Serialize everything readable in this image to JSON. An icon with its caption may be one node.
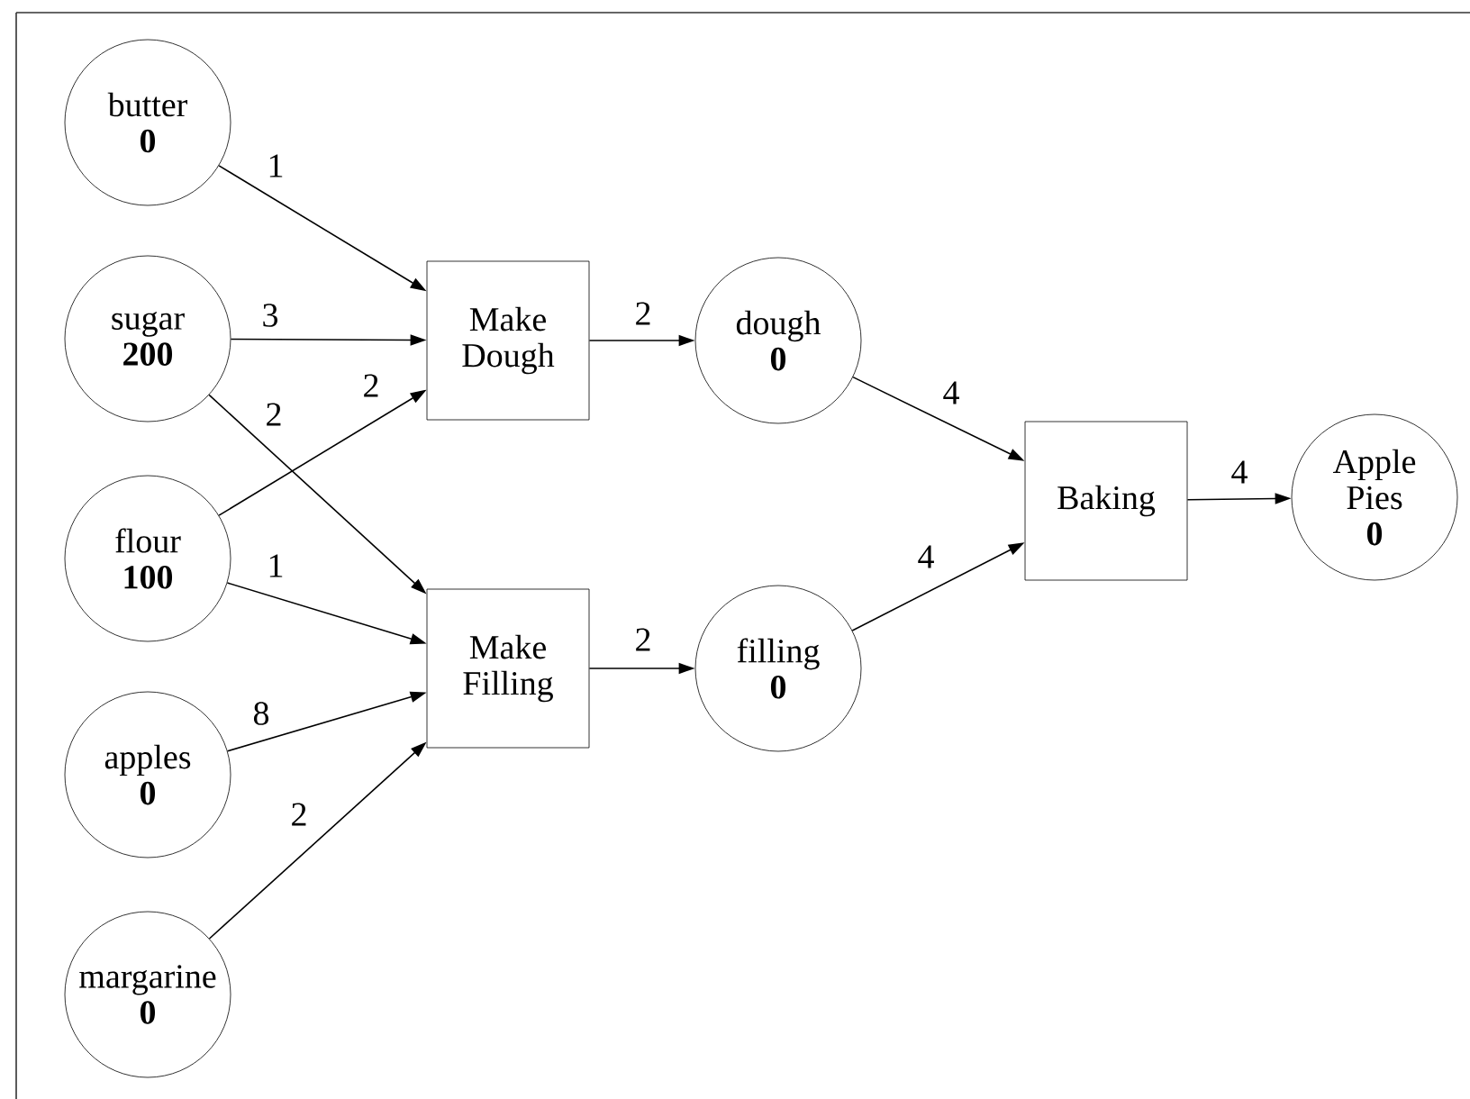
{
  "diagram": {
    "nodes": [
      {
        "text": [
          "butter",
          "0"
        ]
      },
      {
        "text": [
          "sugar",
          "200"
        ]
      },
      {
        "text": [
          "flour",
          "100"
        ]
      },
      {
        "text": [
          "apples",
          "0"
        ]
      },
      {
        "text": [
          "margarine",
          "0"
        ]
      },
      {
        "text": [
          "Make Dough"
        ]
      },
      {
        "text": [
          "Make Filling"
        ]
      },
      {
        "text": [
          "dough",
          "0"
        ]
      },
      {
        "text": [
          "filling",
          "0"
        ]
      },
      {
        "text": [
          "Baking"
        ]
      },
      {
        "text": [
          "Apple Pies",
          "0"
        ]
      }
    ],
    "edges": [
      {
        "from": 0,
        "to": 5,
        "arrow": "to",
        "label": "1"
      },
      {
        "from": 1,
        "to": 5,
        "arrow": "to",
        "label": "3"
      },
      {
        "from": 2,
        "to": 5,
        "arrow": "to",
        "label": "2"
      },
      {
        "from": 1,
        "to": 6,
        "arrow": "to",
        "label": "2"
      },
      {
        "from": 2,
        "to": 6,
        "arrow": "to",
        "label": "1"
      },
      {
        "from": 3,
        "to": 6,
        "arrow": "to",
        "label": "8"
      },
      {
        "from": 4,
        "to": 6,
        "arrow": "to",
        "label": "2"
      },
      {
        "from": 5,
        "to": 7,
        "arrow": "to",
        "label": "2"
      },
      {
        "from": 6,
        "to": 8,
        "arrow": "to",
        "label": "2"
      },
      {
        "from": 7,
        "to": 9,
        "arrow": "to",
        "label": "4"
      },
      {
        "from": 8,
        "to": 9,
        "arrow": "to",
        "label": "4"
      },
      {
        "from": 9,
        "to": 10,
        "arrow": "to",
        "label": "4"
      }
    ]
  }
}
